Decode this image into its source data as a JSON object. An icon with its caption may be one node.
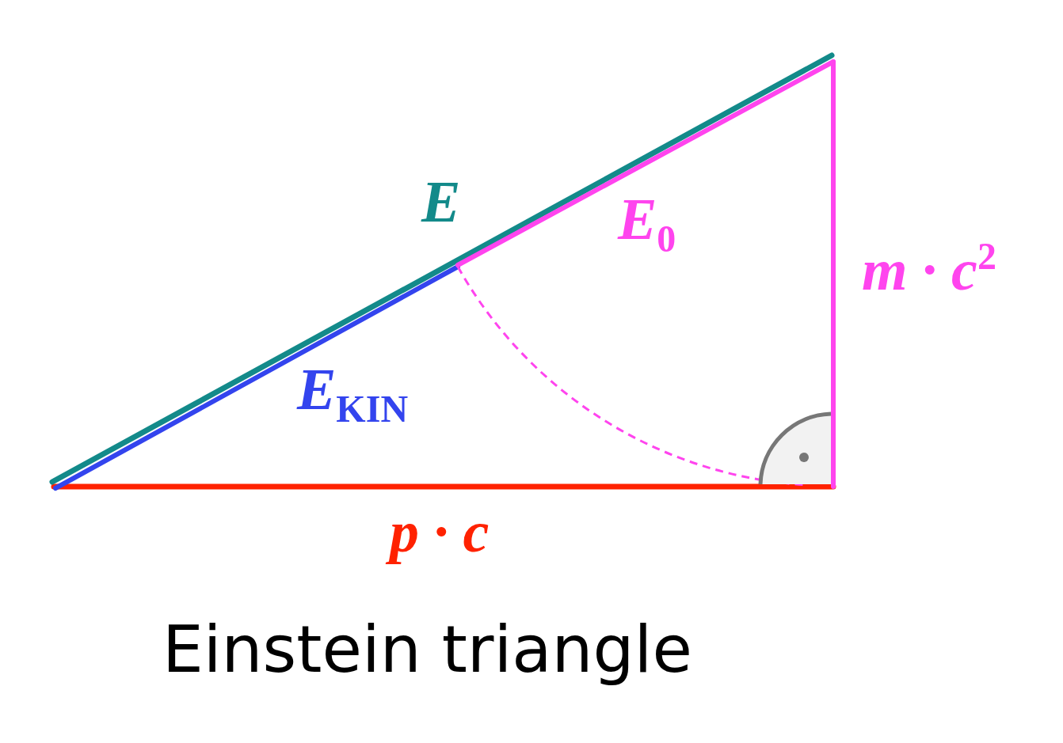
{
  "diagram": {
    "caption": "Einstein triangle",
    "labels": [
      "E",
      "*E*$_{0}$",
      "*m* · *c*$^{2}$",
      "*E*$_{KIN}$",
      "*p* · *c*"
    ]
  }
}
